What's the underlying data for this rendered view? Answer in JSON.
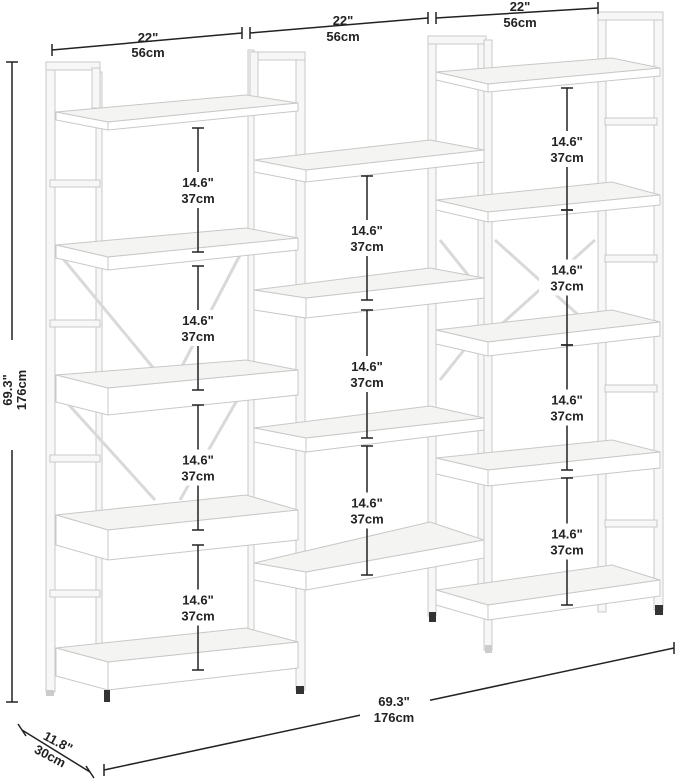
{
  "dimensions": {
    "unit_width_left": [
      "22\"",
      "56cm"
    ],
    "unit_width_middle": [
      "22\"",
      "56cm"
    ],
    "unit_width_right": [
      "22\"",
      "56cm"
    ],
    "height": [
      "69.3\"",
      "176cm"
    ],
    "total_width": [
      "69.3\"",
      "176cm"
    ],
    "depth": [
      "11.8\"",
      "30cm"
    ],
    "shelf_gap": [
      "14.6\"",
      "37cm"
    ]
  },
  "colors": {
    "frame": "#f7f7f7",
    "shelf": "#f4f4f2",
    "line": "#222222"
  }
}
